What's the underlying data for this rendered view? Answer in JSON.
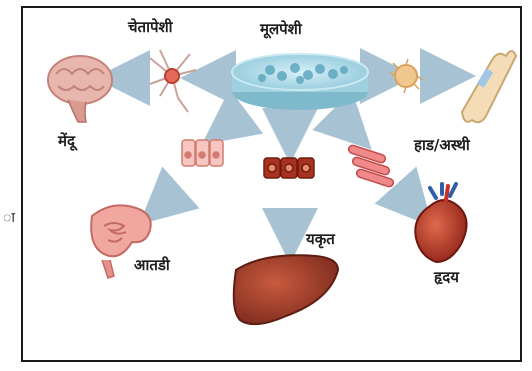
{
  "labels": {
    "stem_cell": "मूलपेशी",
    "nerve_cell": "चेतापेशी",
    "brain": "मेंदू",
    "bone": "हाड/अस्थी",
    "intestine": "आतडी",
    "liver": "यकृत",
    "heart": "हृदय"
  },
  "edge_fragment": "ा",
  "colors": {
    "arrow": "#a7c3d3",
    "frame": "#1a1a1a",
    "organ_red": "#b8402f",
    "stem_dish": "#a9d6e3"
  }
}
